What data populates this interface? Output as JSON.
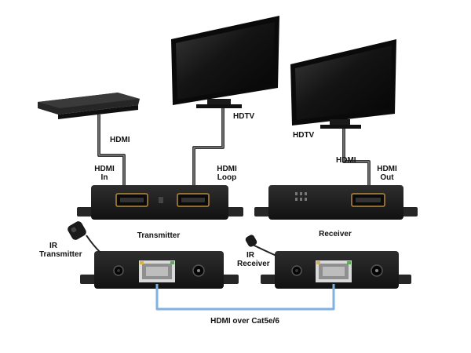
{
  "labels": {
    "hdmi_player": "HDMI",
    "hdmi_in_1": "HDMI",
    "hdmi_in_2": "In",
    "hdtv_1": "HDTV",
    "hdmi_loop_1": "HDMI",
    "hdmi_loop_2": "Loop",
    "hdtv_2": "HDTV",
    "hdmi_rx": "HDMI",
    "hdmi_out_1": "HDMI",
    "hdmi_out_2": "Out",
    "transmitter": "Transmitter",
    "receiver": "Receiver",
    "ir_transmitter_1": "IR",
    "ir_transmitter_2": "Transmitter",
    "ir_receiver_1": "IR",
    "ir_receiver_2": "Receiver",
    "link": "HDMI over Cat5e/6"
  },
  "colors": {
    "device_body": "#1c1c1c",
    "cable": "#2a2a2a",
    "cat_link": "#7fb2e0",
    "hdmi_port_trim": "#b8893a",
    "screen": "#141414"
  }
}
